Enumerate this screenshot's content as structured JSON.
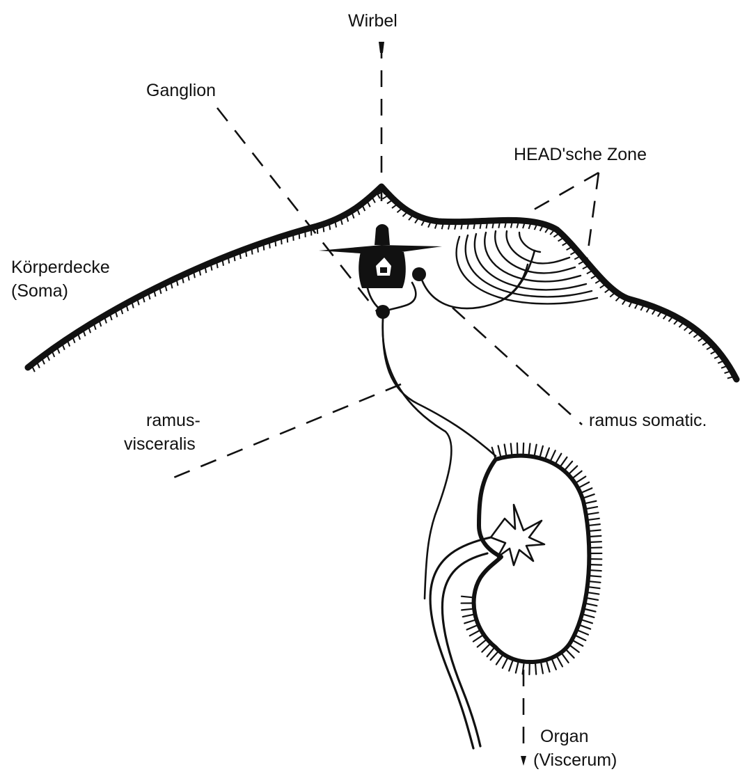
{
  "labels": {
    "wirbel": "Wirbel",
    "ganglion": "Ganglion",
    "head_zone": "HEAD'sche Zone",
    "koerperdecke_line1": "Körperdecke",
    "koerperdecke_line2": "(Soma)",
    "ramus_visceralis_line1": "ramus-",
    "ramus_visceralis_line2": "visceralis",
    "ramus_somatic": "ramus somatic.",
    "organ_line1": "Organ",
    "organ_line2": "(Viscerum)"
  },
  "colors": {
    "ink": "#111111",
    "background": "#ffffff"
  }
}
